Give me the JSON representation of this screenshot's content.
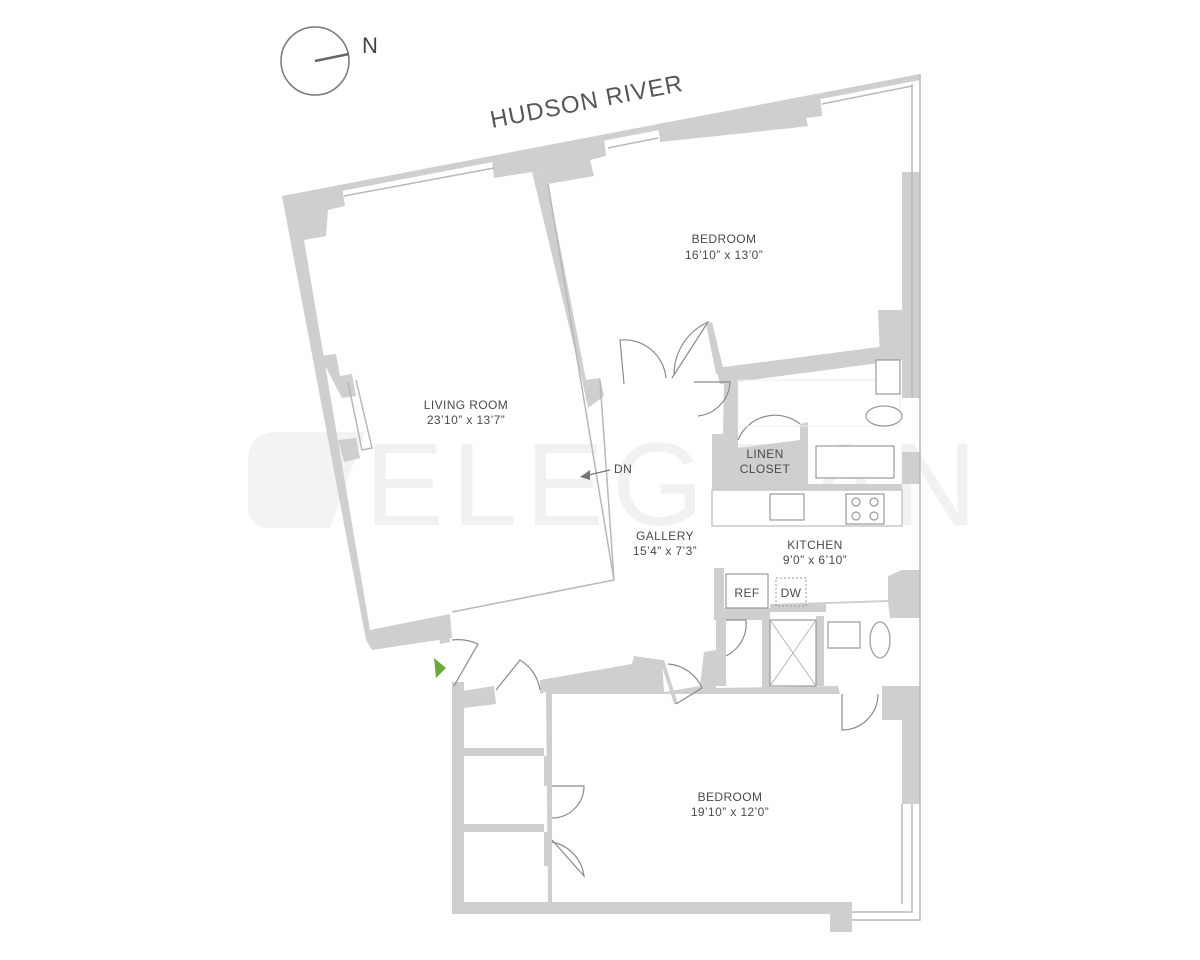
{
  "compass": {
    "label": "N"
  },
  "river": {
    "label": "HUDSON RIVER"
  },
  "watermark": {
    "text": "ELEGRAN"
  },
  "rooms": {
    "bedroom1": {
      "name": "BEDROOM",
      "size": "16’10” x 13’0”"
    },
    "living": {
      "name": "LIVING ROOM",
      "size": "23’10” x 13’7”"
    },
    "gallery": {
      "name": "GALLERY",
      "size": "15’4” x 7’3”"
    },
    "kitchen": {
      "name": "KITCHEN",
      "size": "9’0” x 6’10”"
    },
    "bedroom2": {
      "name": "BEDROOM",
      "size": "19’10” x 12’0”"
    }
  },
  "labels": {
    "stairs": "DN",
    "linen1": "LINEN",
    "linen2": "CLOSET",
    "ref": "REF",
    "dw": "DW"
  },
  "colors": {
    "wall": "#cfcfcf",
    "entry_marker": "#6aaa3a",
    "text": "#4a4a4a"
  }
}
